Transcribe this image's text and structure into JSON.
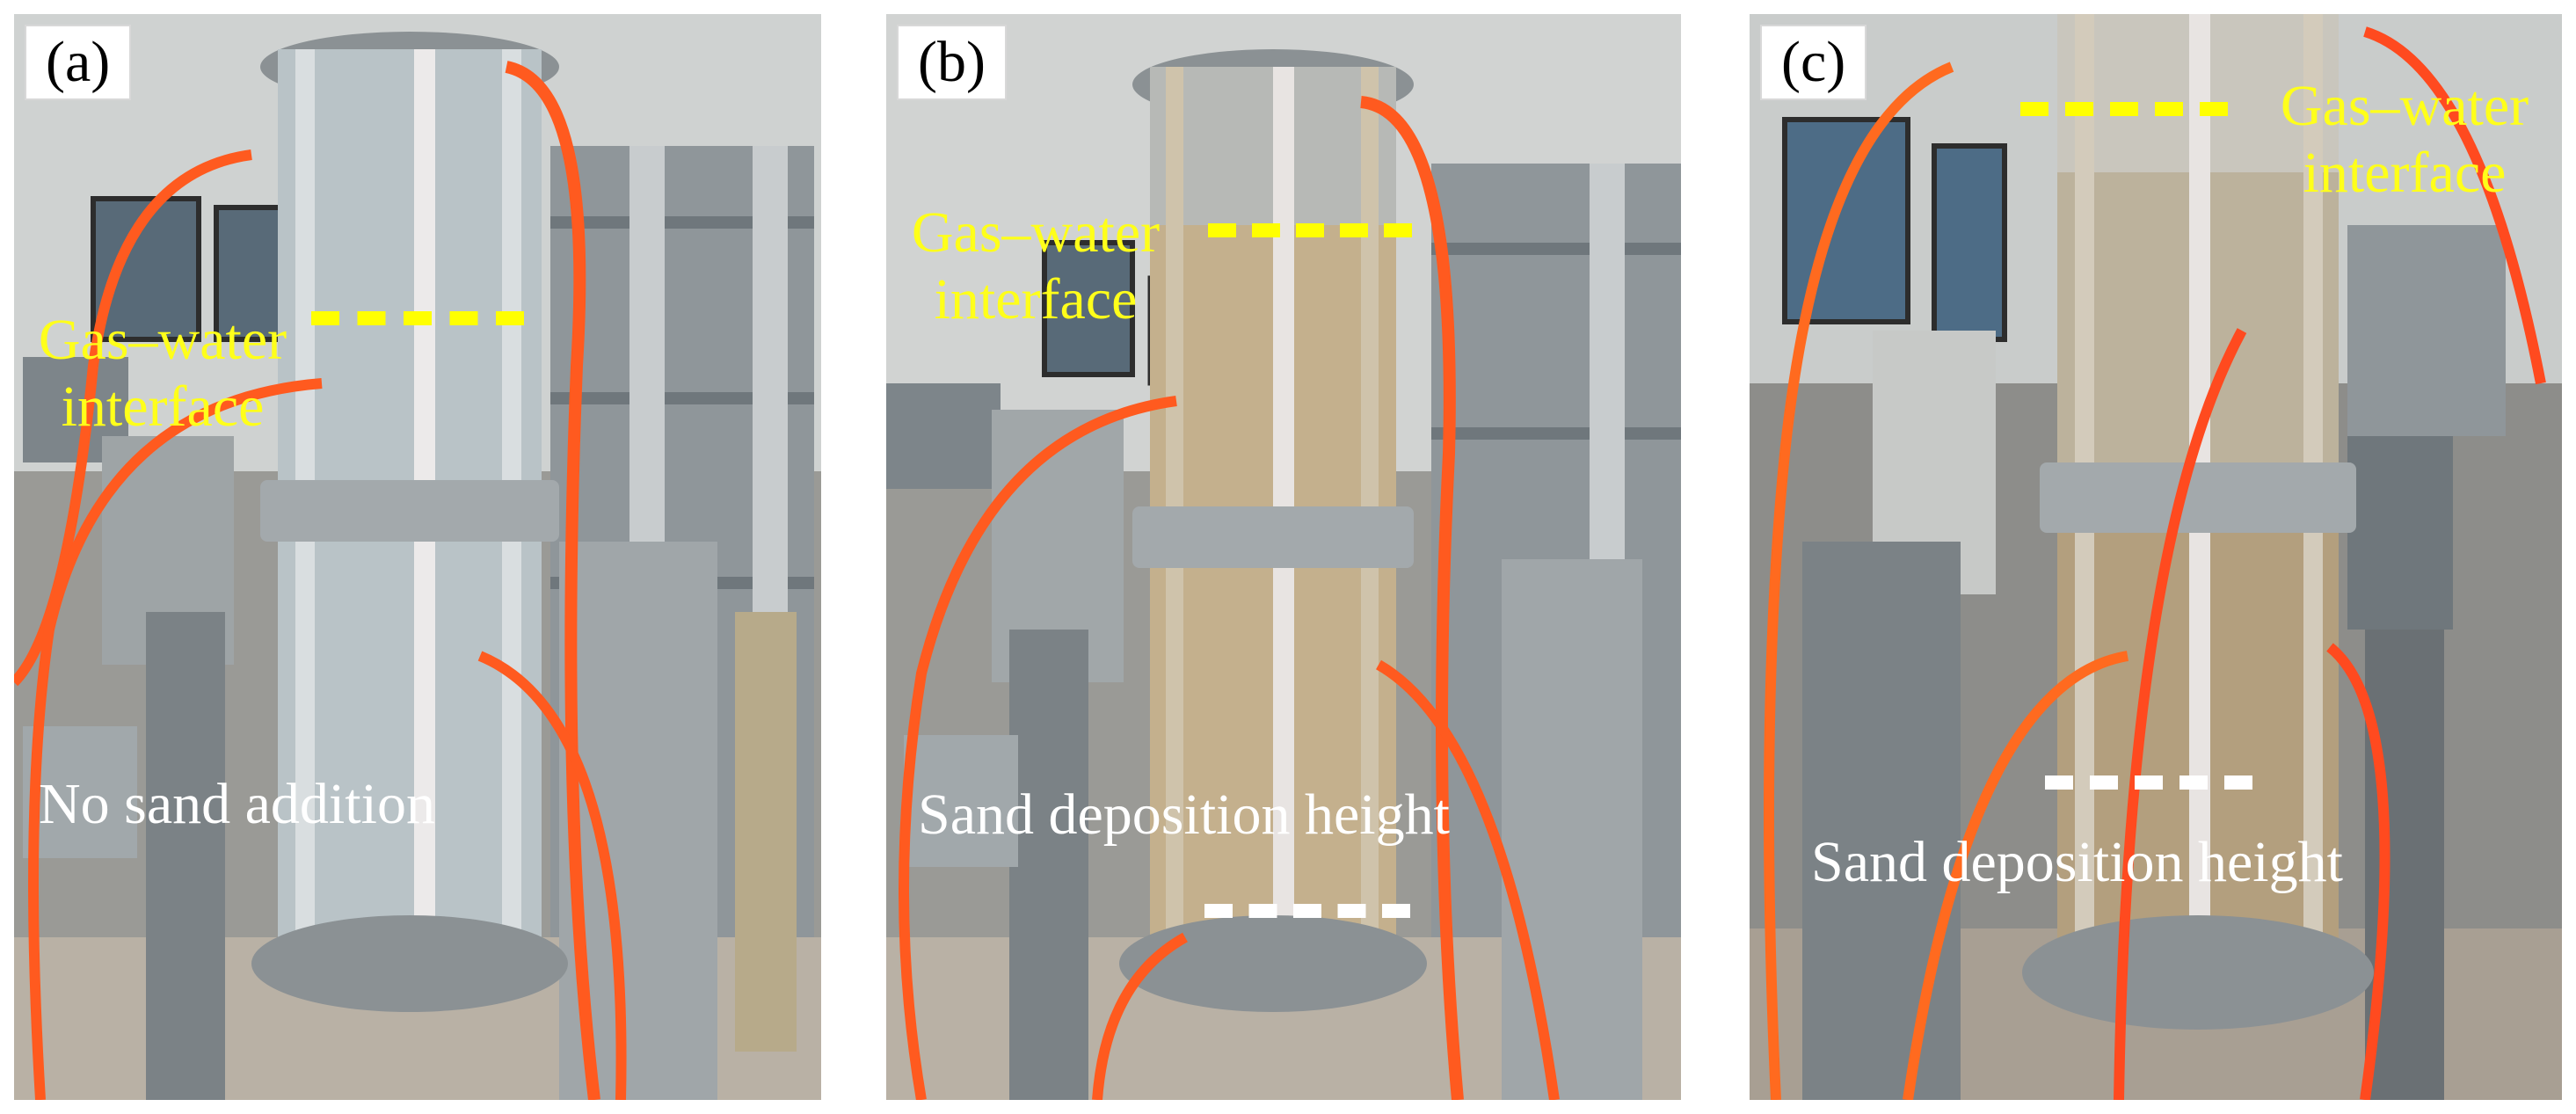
{
  "panels": [
    {
      "tag": "(a)",
      "labels": [
        "Gas–water",
        "interface",
        "No sand addition"
      ]
    },
    {
      "tag": "(b)",
      "labels": [
        "Gas–water",
        "interface",
        "Sand deposition height"
      ]
    },
    {
      "tag": "(c)",
      "labels": [
        "Gas–water",
        "interface",
        "Sand deposition height"
      ]
    }
  ],
  "colors": {
    "interface_marker": "#ffff00",
    "sand_marker": "#ffffff",
    "tubing": "#ff5a1f",
    "column_clear": "#b9c3c7",
    "column_sand": "#c4b08d"
  }
}
